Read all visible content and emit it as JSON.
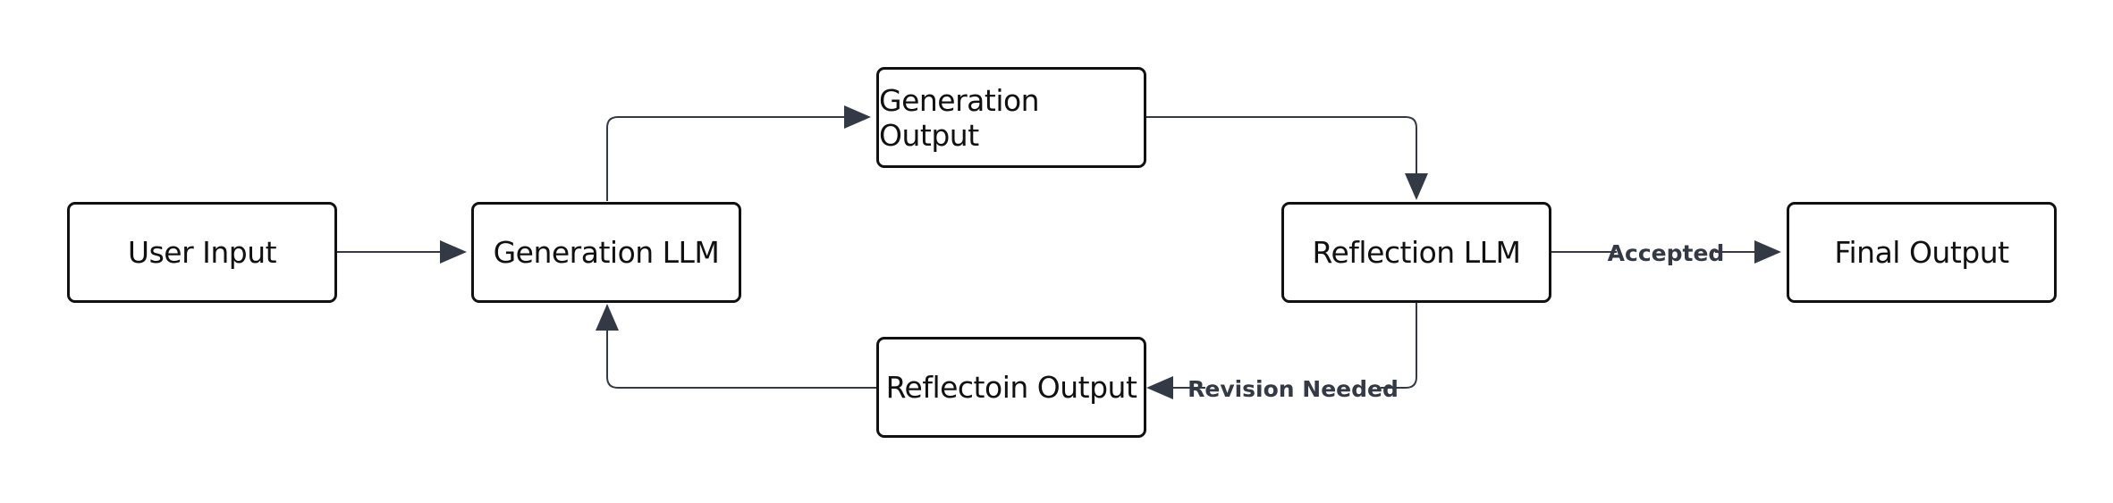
{
  "nodes": {
    "user_input": "User Input",
    "generation_llm": "Generation LLM",
    "generation_output": "Generation Output",
    "reflection_llm": "Reflection LLM",
    "reflection_output": "Reflectoin Output",
    "final_output": "Final Output"
  },
  "edges": {
    "accepted": "Accepted",
    "revision_needed": "Revision Needed"
  },
  "colors": {
    "node_border": "#111111",
    "edge": "#333a45",
    "background": "#ffffff"
  }
}
